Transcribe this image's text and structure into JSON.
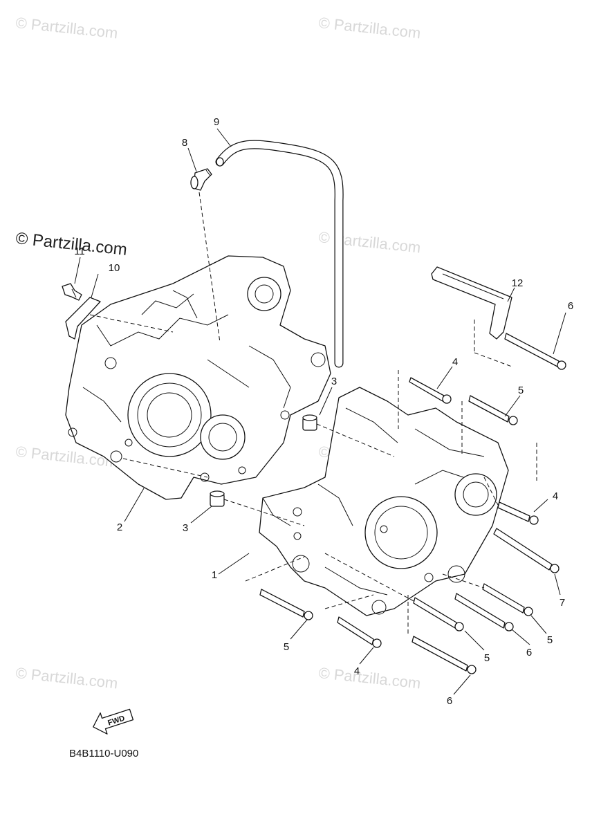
{
  "watermark": "© Partzilla.com",
  "diagram_code": "B4B1110-U090",
  "fwd_label": "FWD",
  "callouts": {
    "c1": "1",
    "c2": "2",
    "c3a": "3",
    "c3b": "3",
    "c4a": "4",
    "c4b": "4",
    "c4c": "4",
    "c5a": "5",
    "c5b": "5",
    "c5c": "5",
    "c5d": "5",
    "c6a": "6",
    "c6b": "6",
    "c6c": "6",
    "c7": "7",
    "c8": "8",
    "c9": "9",
    "c10": "10",
    "c11": "11",
    "c12": "12"
  }
}
